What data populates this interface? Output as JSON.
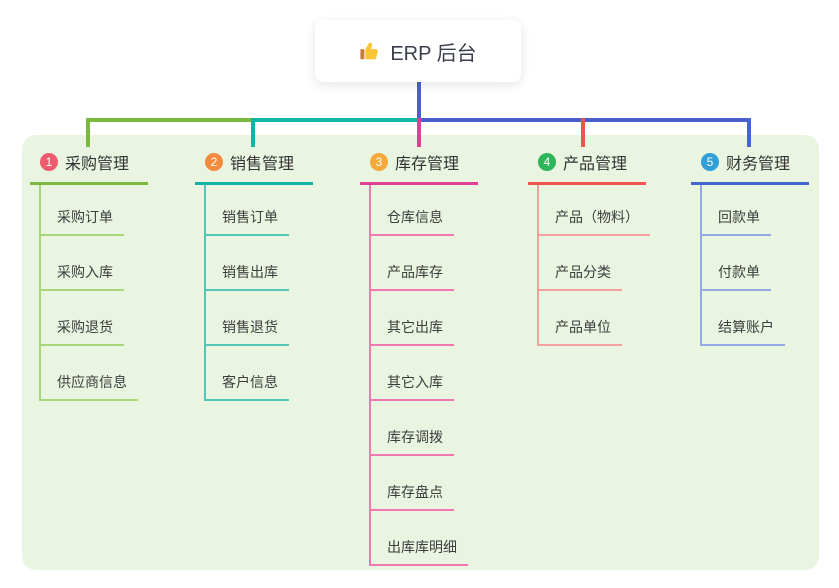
{
  "root": {
    "label": "ERP 后台",
    "icon": "thumbs-up",
    "stem_color": "#4a5ed0"
  },
  "panel_color": "#e9f5e1",
  "connector": {
    "segments": [
      {
        "name": "left",
        "color": "#7cb93f"
      },
      {
        "name": "middle",
        "color": "#12b3a4"
      },
      {
        "name": "right",
        "color": "#4a5ed0"
      }
    ]
  },
  "branches": [
    {
      "index": "1",
      "label": "采购管理",
      "badge_color": "#ee5b6e",
      "line_color": "#7cb93f",
      "child_line_color": "#a9d57c",
      "children": [
        "采购订单",
        "采购入库",
        "采购退货",
        "供应商信息"
      ]
    },
    {
      "index": "2",
      "label": "销售管理",
      "badge_color": "#f28a3f",
      "line_color": "#12b3a4",
      "child_line_color": "#53c6b8",
      "children": [
        "销售订单",
        "销售出库",
        "销售退货",
        "客户信息"
      ]
    },
    {
      "index": "3",
      "label": "库存管理",
      "badge_color": "#f5a83b",
      "line_color": "#df3f94",
      "child_line_color": "#ef78b3",
      "children": [
        "仓库信息",
        "产品库存",
        "其它出库",
        "其它入库",
        "库存调拨",
        "库存盘点",
        "出库库明细"
      ]
    },
    {
      "index": "4",
      "label": "产品管理",
      "badge_color": "#2fb559",
      "line_color": "#ef5350",
      "child_line_color": "#f6a09d",
      "children": [
        "产品（物料）",
        "产品分类",
        "产品单位"
      ]
    },
    {
      "index": "5",
      "label": "财务管理",
      "badge_color": "#339fd9",
      "line_color": "#4464cf",
      "child_line_color": "#94a8e3",
      "children": [
        "回款单",
        "付款单",
        "结算账户"
      ]
    }
  ]
}
